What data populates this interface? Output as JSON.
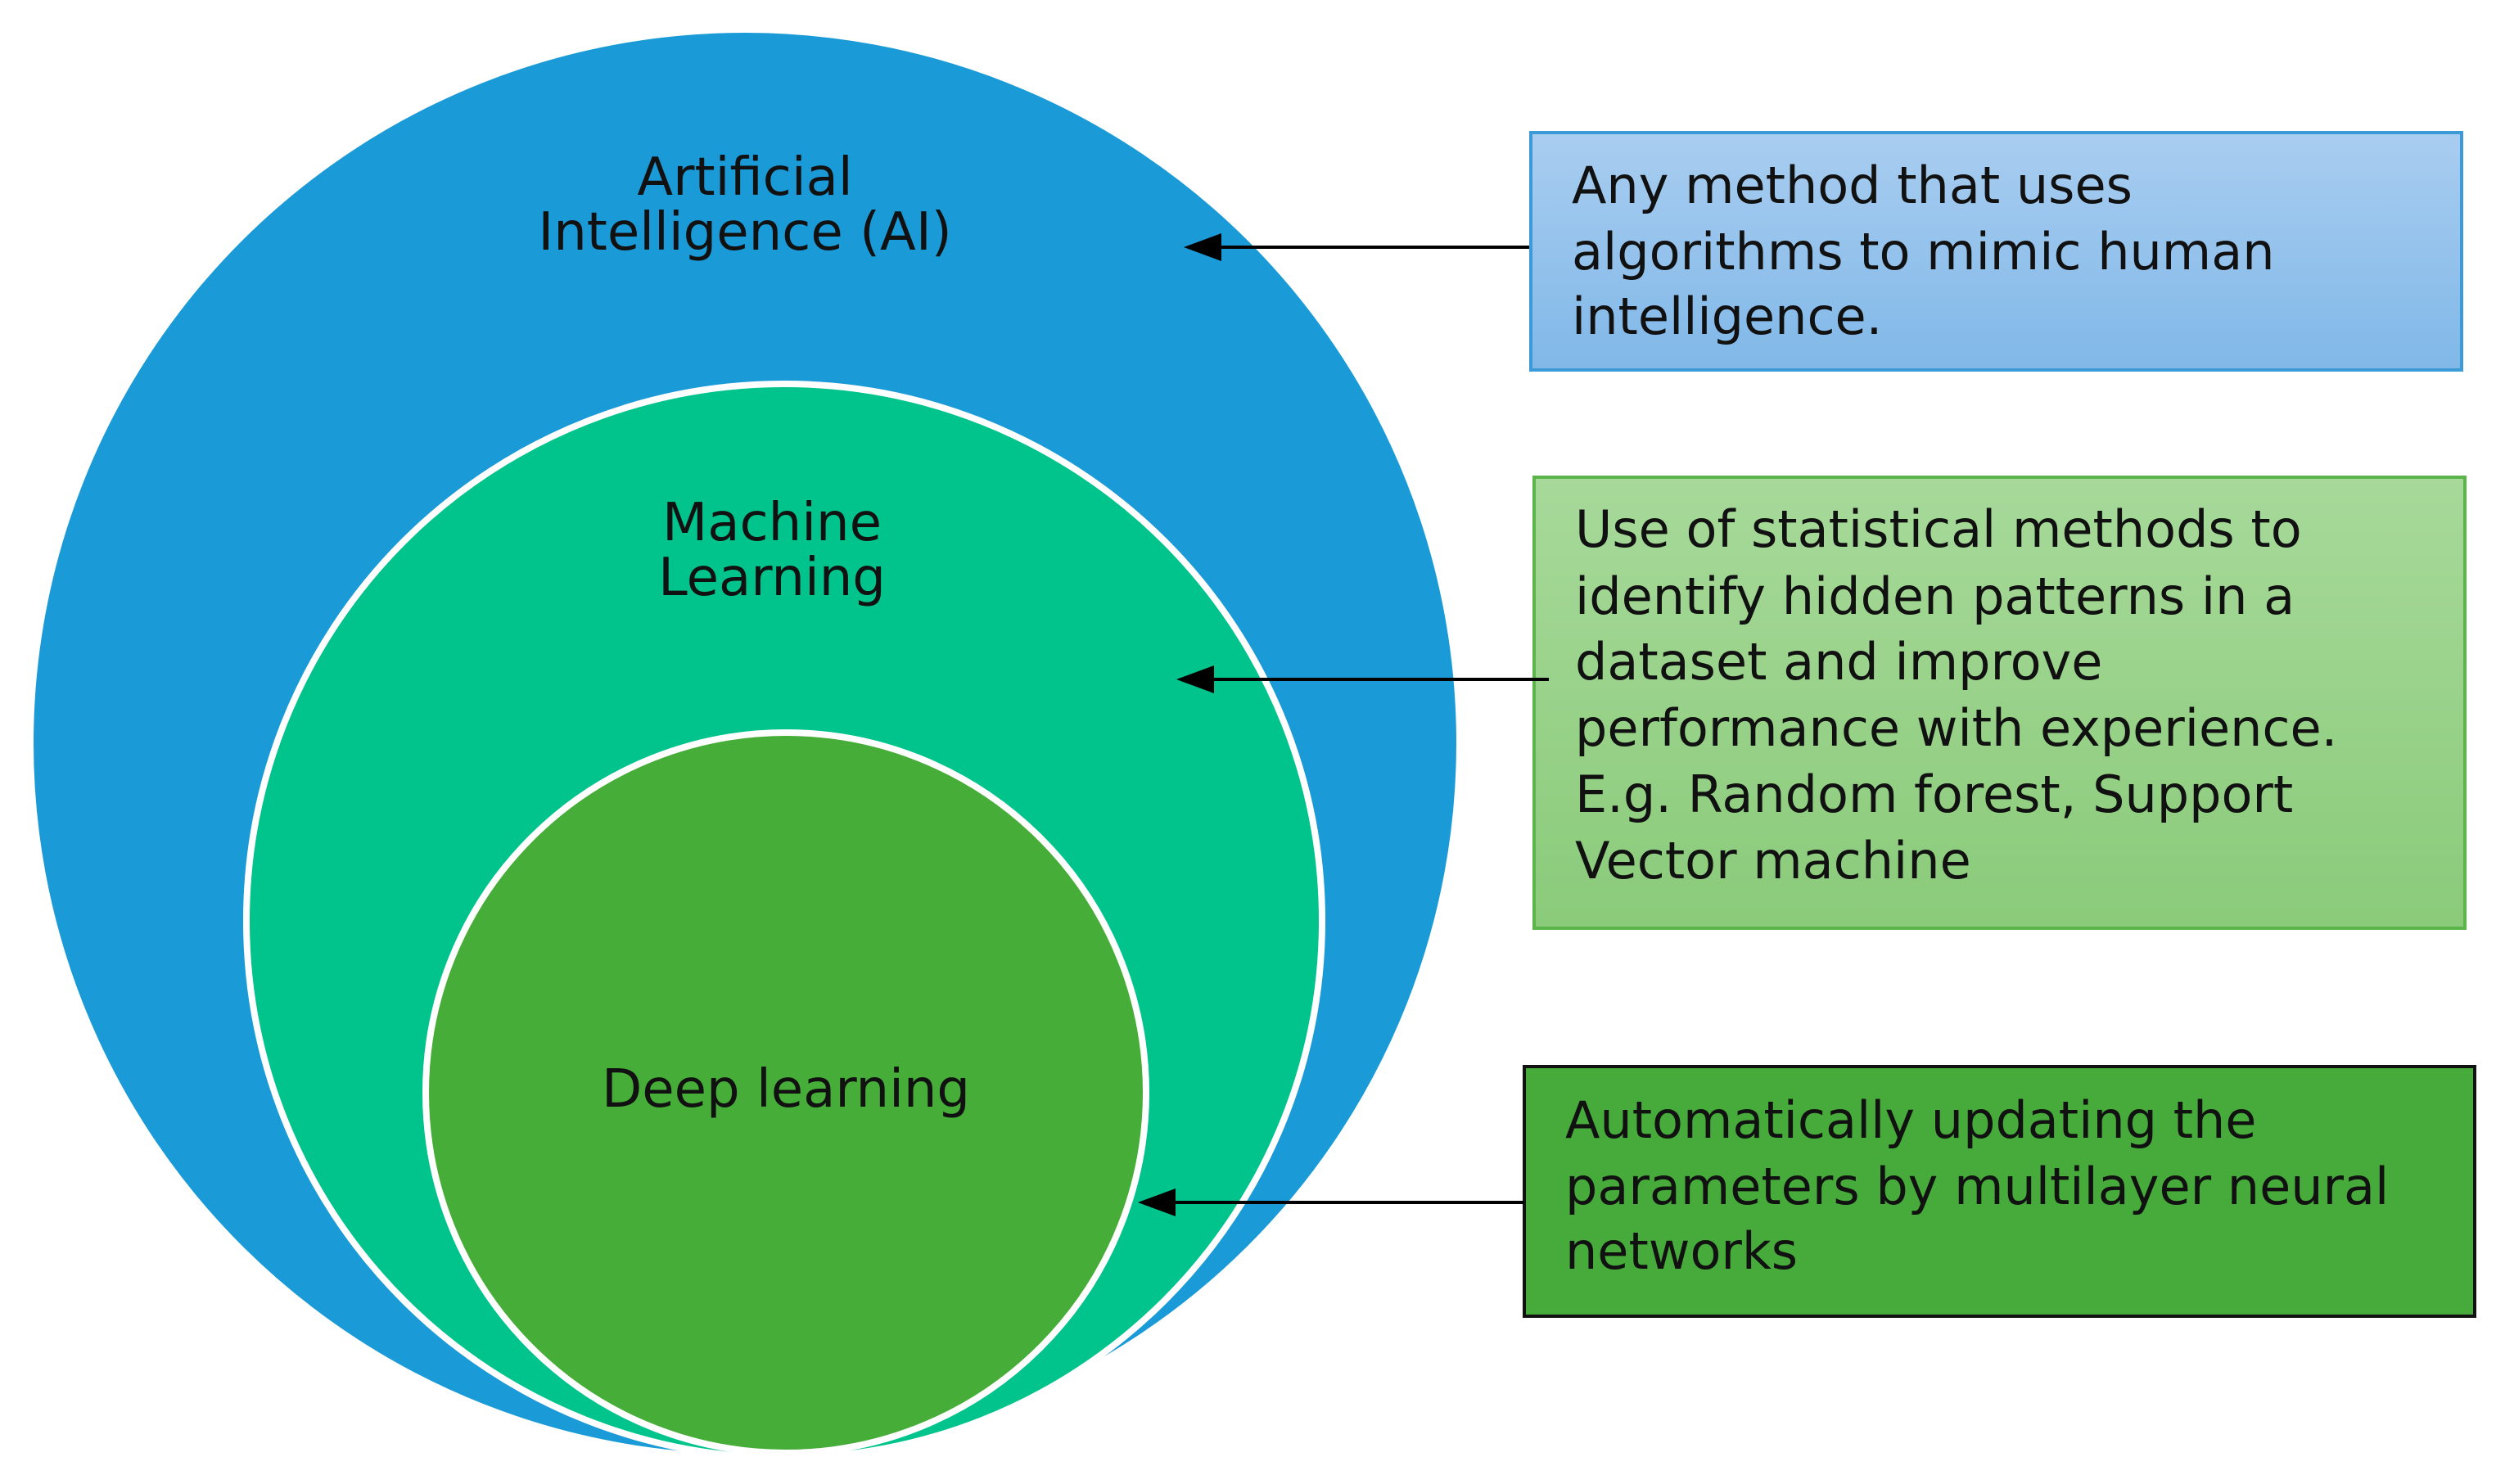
{
  "circles": [
    {
      "id": "ai",
      "label_lines": [
        "Artificial",
        "Intelligence (AI)"
      ],
      "fill": "#1a9bd8"
    },
    {
      "id": "ml",
      "label_lines": [
        "Machine",
        "Learning"
      ],
      "fill": "#00c48c"
    },
    {
      "id": "dl",
      "label_lines": [
        "Deep learning"
      ],
      "fill": "#46ad39"
    }
  ],
  "boxes": [
    {
      "id": "ai",
      "lines": [
        "Any method that uses",
        "algorithms to mimic human",
        "intelligence."
      ],
      "fill_top": "#a9cdf0",
      "fill_bottom": "#80b8e8",
      "border": "#3c9ad6"
    },
    {
      "id": "ml",
      "lines": [
        "Use of statistical methods to",
        "identify hidden patterns in a",
        "dataset and improve",
        "performance with experience.",
        "E.g. Random forest, Support",
        "Vector machine"
      ],
      "fill_top": "#a7d99a",
      "fill_bottom": "#8acb7a",
      "border": "#5bb54b"
    },
    {
      "id": "dl",
      "lines": [
        "Automatically updating the",
        "parameters by multilayer neural",
        "networks"
      ],
      "fill_top": "#46ab3a",
      "fill_bottom": "#46ab3a",
      "border": "#111111"
    }
  ],
  "colors": {
    "circle_outline": "#ffffff",
    "arrow": "#000000",
    "text": "#111111"
  }
}
